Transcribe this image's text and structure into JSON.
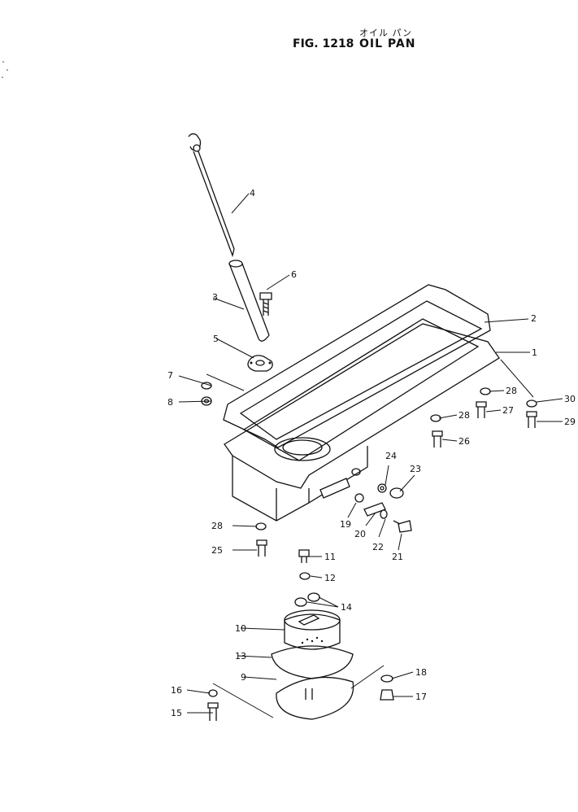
{
  "header": {
    "japanese_title": "オイル パン",
    "figure_number": "FIG. 1218",
    "title": "OIL PAN"
  },
  "callouts": [
    {
      "id": "c1",
      "label": "1"
    },
    {
      "id": "c2",
      "label": "2"
    },
    {
      "id": "c3",
      "label": "3"
    },
    {
      "id": "c4",
      "label": "4"
    },
    {
      "id": "c5",
      "label": "5"
    },
    {
      "id": "c6",
      "label": "6"
    },
    {
      "id": "c7",
      "label": "7"
    },
    {
      "id": "c8",
      "label": "8"
    },
    {
      "id": "c9",
      "label": "9"
    },
    {
      "id": "c10",
      "label": "10"
    },
    {
      "id": "c11",
      "label": "11"
    },
    {
      "id": "c12",
      "label": "12"
    },
    {
      "id": "c13",
      "label": "13"
    },
    {
      "id": "c14",
      "label": "14"
    },
    {
      "id": "c15",
      "label": "15"
    },
    {
      "id": "c16",
      "label": "16"
    },
    {
      "id": "c17",
      "label": "17"
    },
    {
      "id": "c18",
      "label": "18"
    },
    {
      "id": "c19",
      "label": "19"
    },
    {
      "id": "c20",
      "label": "20"
    },
    {
      "id": "c21",
      "label": "21"
    },
    {
      "id": "c22",
      "label": "22"
    },
    {
      "id": "c23",
      "label": "23"
    },
    {
      "id": "c24",
      "label": "24"
    },
    {
      "id": "c25",
      "label": "25"
    },
    {
      "id": "c26",
      "label": "26"
    },
    {
      "id": "c27",
      "label": "27"
    },
    {
      "id": "c28a",
      "label": "28"
    },
    {
      "id": "c28b",
      "label": "28"
    },
    {
      "id": "c28c",
      "label": "28"
    },
    {
      "id": "c29",
      "label": "29"
    },
    {
      "id": "c30",
      "label": "30"
    }
  ]
}
